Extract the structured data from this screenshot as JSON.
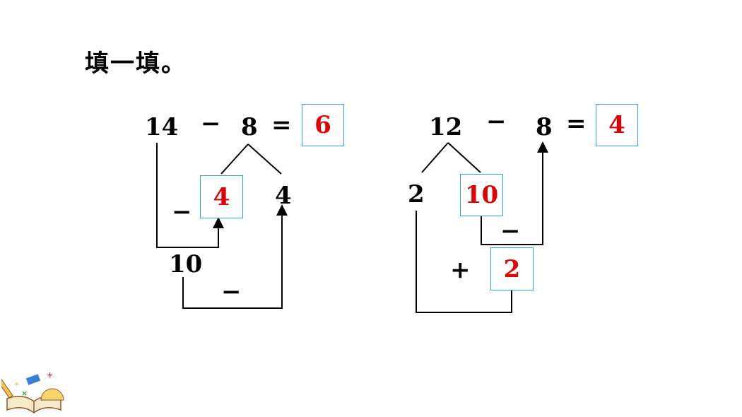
{
  "title": "填一填。",
  "left": {
    "minuend": "14",
    "minus_top": "−",
    "subtrahend": "8",
    "equals": "=",
    "answer": "6",
    "split_a": "4",
    "split_b": "4",
    "minus_inner": "−",
    "ten": "10",
    "minus_bottom": "−"
  },
  "right": {
    "minuend": "12",
    "minus_top": "−",
    "subtrahend": "8",
    "equals": "=",
    "answer": "4",
    "split_a": "2",
    "split_b": "10",
    "minus_inner": "−",
    "plus": "+",
    "result_box": "2"
  },
  "colors": {
    "answer": "#e00000",
    "box_border": "#3aa0d8",
    "line": "#000000"
  },
  "decoration_icon": "book-math-tools-icon"
}
